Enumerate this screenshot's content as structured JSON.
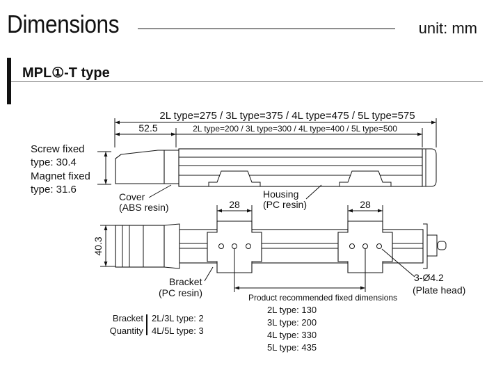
{
  "header": {
    "title": "Dimensions",
    "unit": "unit: mm"
  },
  "section": {
    "title": "MPL①-T type"
  },
  "top_view": {
    "overall_length": "2L type=275 / 3L type=375 / 4L type=475 / 5L type=575",
    "offset": "52.5",
    "inner_length": "2L type=200 / 3L type=300 / 4L type=400 / 5L type=500",
    "screw_fixed_1": "Screw fixed",
    "screw_fixed_2": "type: 30.4",
    "magnet_fixed_1": "Magnet fixed",
    "magnet_fixed_2": "type: 31.6",
    "cover_1": "Cover",
    "cover_2": "(ABS resin)",
    "housing_1": "Housing",
    "housing_2": "(PC resin)"
  },
  "bottom_view": {
    "bracket_width_left": "28",
    "bracket_width_right": "28",
    "height": "40.3",
    "bracket_1": "Bracket",
    "bracket_2": "(PC resin)",
    "hole_1": "3-Ø4.2",
    "hole_2": "(Plate head)",
    "recommended": "Product recommended fixed dimensions",
    "fixed_dims": [
      "2L type: 130",
      "3L type: 200",
      "4L type: 330",
      "5L type: 435"
    ]
  },
  "bracket_quantity": {
    "label_1": "Bracket",
    "label_2": "Quantity",
    "values": [
      "2L/3L type: 2",
      "4L/5L type: 3"
    ]
  }
}
